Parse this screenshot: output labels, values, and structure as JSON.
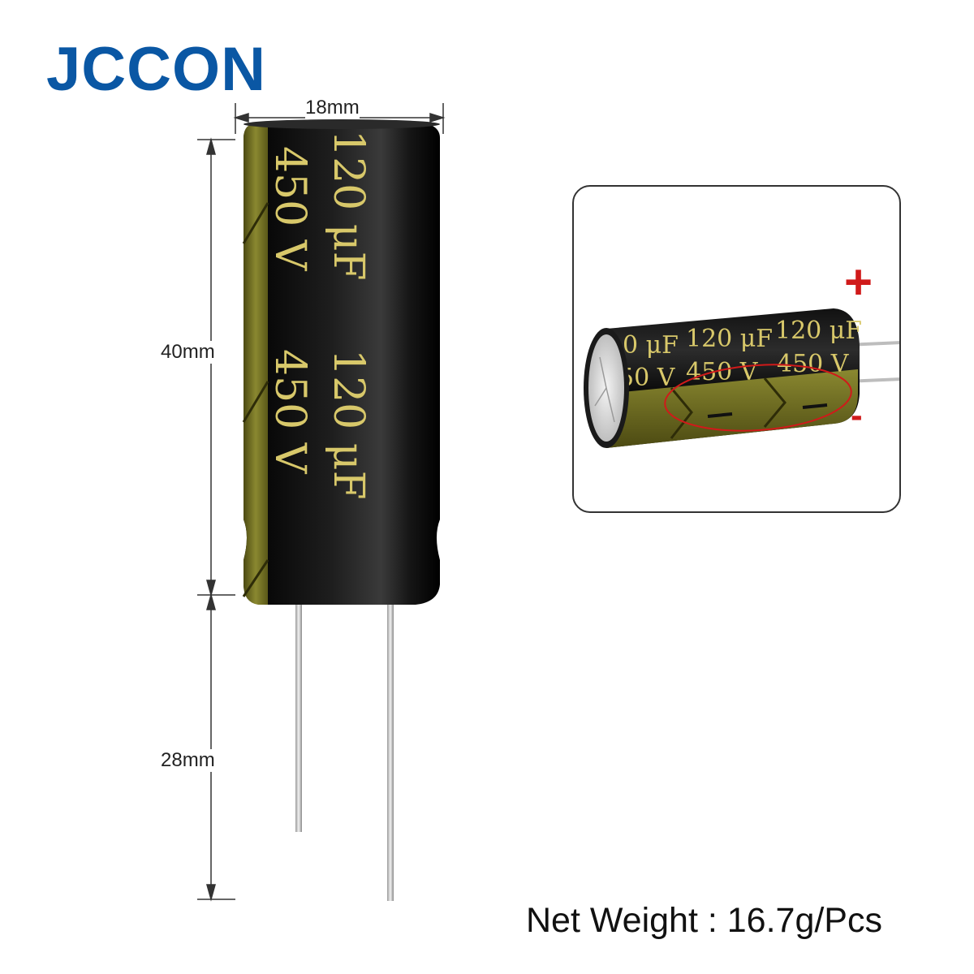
{
  "brand": "JCCON",
  "dimensions": {
    "width": "18mm",
    "body_height": "40mm",
    "lead_length": "28mm"
  },
  "capacitor": {
    "capacitance": "120 μF",
    "voltage": "450 V",
    "body_color": "#0e0e0e",
    "stripe_color": "#6b6a1e",
    "print_color": "#d8c86a"
  },
  "polarity": {
    "positive": "+",
    "negative": "-",
    "marker_color": "#d01a1a"
  },
  "brand_color": "#0a57a4",
  "net_weight": "Net Weight : 16.7g/Pcs"
}
